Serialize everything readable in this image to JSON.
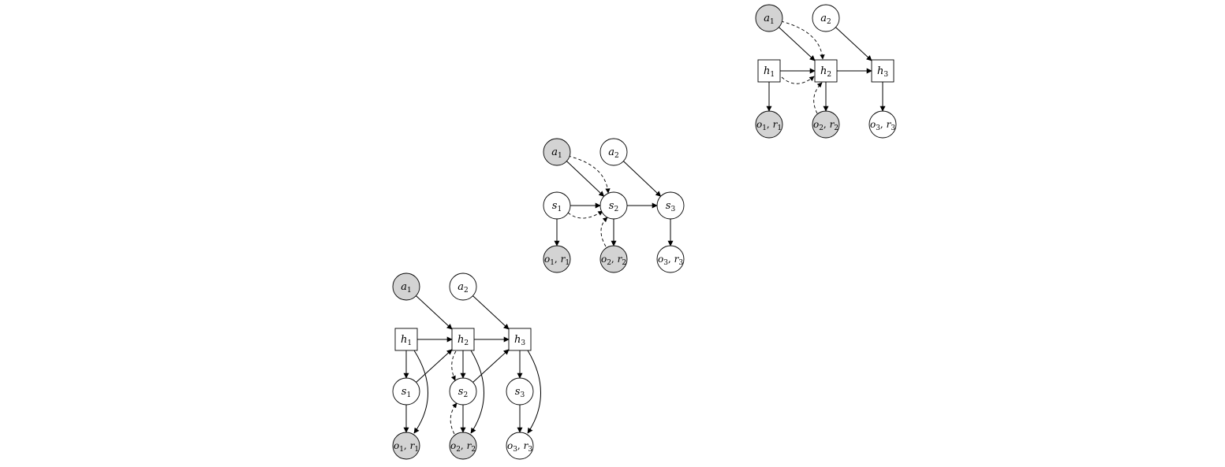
{
  "colors": {
    "observed_fill": "#d3d3d3",
    "latent_fill": "#ffffff",
    "stroke": "#000000"
  },
  "diagrams": [
    {
      "id": "top-right",
      "nodes": [
        {
          "id": "a1",
          "shape": "circle",
          "observed": true,
          "label": "a",
          "sub": "1"
        },
        {
          "id": "a2",
          "shape": "circle",
          "observed": false,
          "label": "a",
          "sub": "2"
        },
        {
          "id": "h1",
          "shape": "box",
          "observed": false,
          "label": "h",
          "sub": "1"
        },
        {
          "id": "h2",
          "shape": "box",
          "observed": false,
          "label": "h",
          "sub": "2"
        },
        {
          "id": "h3",
          "shape": "box",
          "observed": false,
          "label": "h",
          "sub": "3"
        },
        {
          "id": "or1",
          "shape": "circle",
          "observed": true,
          "label": "o",
          "sub": "1",
          "label2": "r",
          "sub2": "1"
        },
        {
          "id": "or2",
          "shape": "circle",
          "observed": true,
          "label": "o",
          "sub": "2",
          "label2": "r",
          "sub2": "2"
        },
        {
          "id": "or3",
          "shape": "circle",
          "observed": false,
          "label": "o",
          "sub": "3",
          "label2": "r",
          "sub2": "3"
        }
      ]
    },
    {
      "id": "middle",
      "nodes": [
        {
          "id": "a1",
          "shape": "circle",
          "observed": true,
          "label": "a",
          "sub": "1"
        },
        {
          "id": "a2",
          "shape": "circle",
          "observed": false,
          "label": "a",
          "sub": "2"
        },
        {
          "id": "s1",
          "shape": "circle",
          "observed": false,
          "label": "s",
          "sub": "1"
        },
        {
          "id": "s2",
          "shape": "circle",
          "observed": false,
          "label": "s",
          "sub": "2"
        },
        {
          "id": "s3",
          "shape": "circle",
          "observed": false,
          "label": "s",
          "sub": "3"
        },
        {
          "id": "or1",
          "shape": "circle",
          "observed": true,
          "label": "o",
          "sub": "1",
          "label2": "r",
          "sub2": "1"
        },
        {
          "id": "or2",
          "shape": "circle",
          "observed": true,
          "label": "o",
          "sub": "2",
          "label2": "r",
          "sub2": "2"
        },
        {
          "id": "or3",
          "shape": "circle",
          "observed": false,
          "label": "o",
          "sub": "3",
          "label2": "r",
          "sub2": "3"
        }
      ]
    },
    {
      "id": "bottom-left",
      "nodes": [
        {
          "id": "a1",
          "shape": "circle",
          "observed": true,
          "label": "a",
          "sub": "1"
        },
        {
          "id": "a2",
          "shape": "circle",
          "observed": false,
          "label": "a",
          "sub": "2"
        },
        {
          "id": "h1",
          "shape": "box",
          "observed": false,
          "label": "h",
          "sub": "1"
        },
        {
          "id": "h2",
          "shape": "box",
          "observed": false,
          "label": "h",
          "sub": "2"
        },
        {
          "id": "h3",
          "shape": "box",
          "observed": false,
          "label": "h",
          "sub": "3"
        },
        {
          "id": "s1",
          "shape": "circle",
          "observed": false,
          "label": "s",
          "sub": "1"
        },
        {
          "id": "s2",
          "shape": "circle",
          "observed": false,
          "label": "s",
          "sub": "2"
        },
        {
          "id": "s3",
          "shape": "circle",
          "observed": false,
          "label": "s",
          "sub": "3"
        },
        {
          "id": "or1",
          "shape": "circle",
          "observed": true,
          "label": "o",
          "sub": "1",
          "label2": "r",
          "sub2": "1"
        },
        {
          "id": "or2",
          "shape": "circle",
          "observed": true,
          "label": "o",
          "sub": "2",
          "label2": "r",
          "sub2": "2"
        },
        {
          "id": "or3",
          "shape": "circle",
          "observed": false,
          "label": "o",
          "sub": "3",
          "label2": "r",
          "sub2": "3"
        }
      ]
    }
  ]
}
